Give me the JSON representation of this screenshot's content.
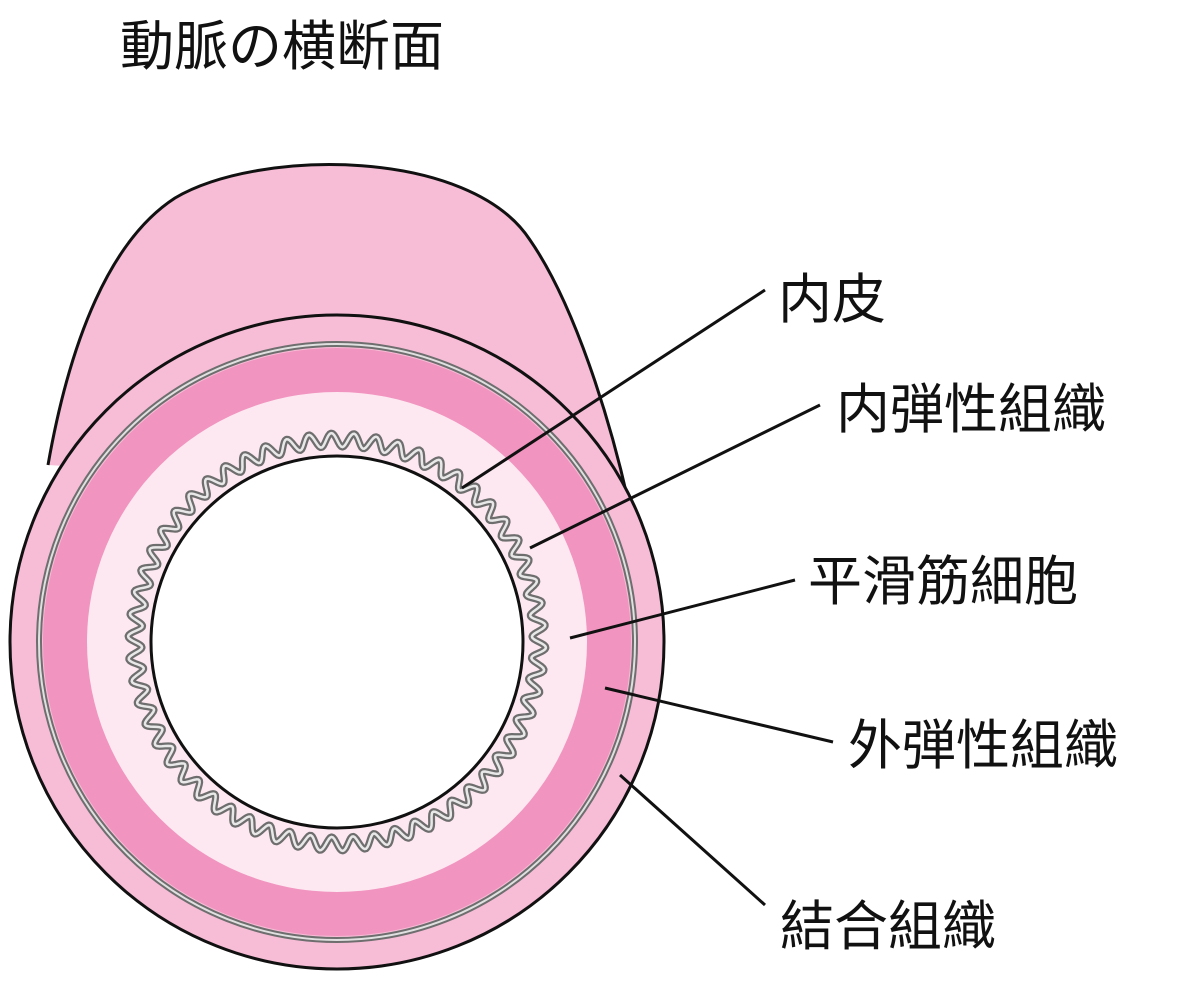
{
  "title": "動脈の横断面",
  "labels": {
    "endothelium": "内皮",
    "internal_elastic": "内弾性組織",
    "smooth_muscle": "平滑筋細胞",
    "external_elastic": "外弾性組織",
    "connective": "結合組織"
  },
  "colors": {
    "outer_tube": "#f7bcd6",
    "outer_wall": "#f7bcd6",
    "muscle_band": "#f194bf",
    "inner_layer": "#fde8f1",
    "lumen": "#ffffff",
    "elastic_wave": "#9a9a9a",
    "outline": "#111111"
  }
}
